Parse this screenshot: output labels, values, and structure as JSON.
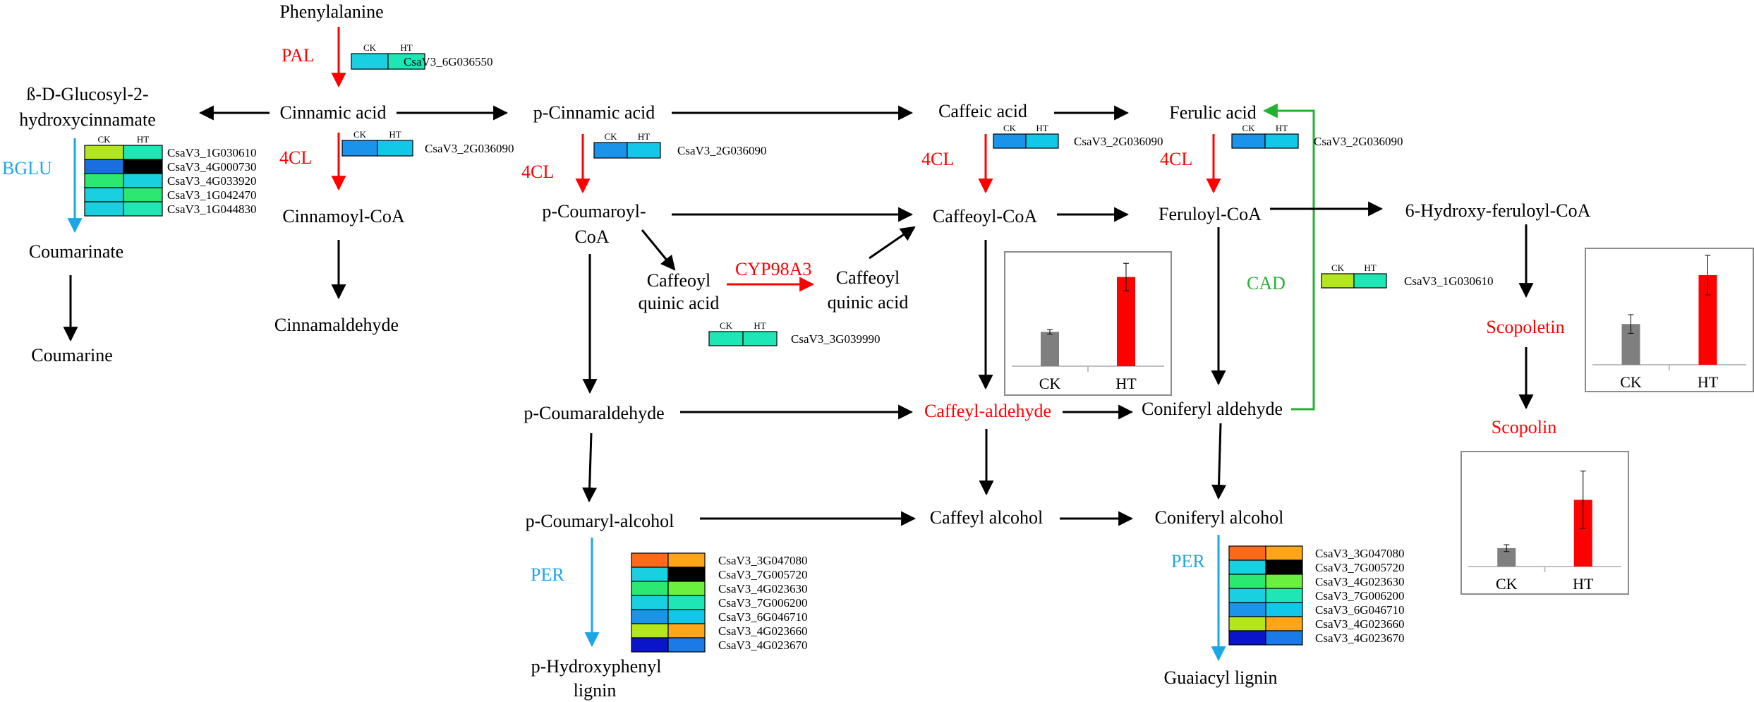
{
  "colors": {
    "arrow_black": "#000000",
    "arrow_red": "#ff0000",
    "arrow_blue": "#1aa7e8",
    "arrow_green": "#22b232",
    "bar_ck": "#7f7f7f",
    "bar_ht": "#ff0000"
  },
  "metabolites": {
    "phenylalanine": "Phenylalanine",
    "glucosyl_line1": "ß-D-Glucosyl-2-",
    "glucosyl_line2": "hydroxycinnamate",
    "cinnamic_acid": "Cinnamic acid",
    "p_cinnamic_acid": "p-Cinnamic acid",
    "caffeic_acid": "Caffeic acid",
    "ferulic_acid": "Ferulic acid",
    "cinnamoyl_coa": "Cinnamoyl-CoA",
    "coumarinate": "Coumarinate",
    "coumarine": "Coumarine",
    "cinnamaldehyde": "Cinnamaldehyde",
    "p_coumaroyl_line1": "p-Coumaroyl-",
    "p_coumaroyl_line2": "CoA",
    "caffeoyl_coa": "Caffeoyl-CoA",
    "feruloyl_coa": "Feruloyl-CoA",
    "hydroxy_feruloyl_coa": "6-Hydroxy-feruloyl-CoA",
    "caffeoyl_quinic_a_line1": "Caffeoyl",
    "caffeoyl_quinic_a_line2": "quinic acid",
    "caffeoyl_quinic_b_line1": "Caffeoyl",
    "caffeoyl_quinic_b_line2": "quinic acid",
    "scopoletin": "Scopoletin",
    "scopolin": "Scopolin",
    "p_coumaraldehyde": "p-Coumaraldehyde",
    "caffeyl_aldehyde": "Caffeyl-aldehyde",
    "coniferyl_aldehyde": "Coniferyl aldehyde",
    "p_coumaryl_alcohol": "p-Coumaryl-alcohol",
    "caffeyl_alcohol": "Caffeyl alcohol",
    "coniferyl_alcohol": "Coniferyl alcohol",
    "p_hydroxyphenyl_line1": "p-Hydroxyphenyl",
    "p_hydroxyphenyl_line2": "lignin",
    "guaiacyl_lignin": "Guaiacyl lignin"
  },
  "enzymes": {
    "pal": "PAL",
    "bglu": "BGLU",
    "fourcl_1": "4CL",
    "fourcl_2": "4CL",
    "fourcl_3": "4CL",
    "fourcl_4": "4CL",
    "cyp98a3": "CYP98A3",
    "cad": "CAD",
    "per_1": "PER",
    "per_2": "PER"
  },
  "heatmap_header": {
    "ck": "CK",
    "ht": "HT"
  },
  "heatmaps": {
    "pal": [
      {
        "gene": "CsaV3_6G036550",
        "ck": "#18d0e0",
        "ht": "#1ee6b4"
      }
    ],
    "fourcl_1": [
      {
        "gene": "CsaV3_2G036090",
        "ck": "#1a93ea",
        "ht": "#12c8e8"
      }
    ],
    "fourcl_2": [
      {
        "gene": "CsaV3_2G036090",
        "ck": "#1a93ea",
        "ht": "#12c8e8"
      }
    ],
    "fourcl_3": [
      {
        "gene": "CsaV3_2G036090",
        "ck": "#1a93ea",
        "ht": "#12c8e8"
      }
    ],
    "fourcl_4": [
      {
        "gene": "CsaV3_2G036090",
        "ck": "#1a93ea",
        "ht": "#12c8e8"
      }
    ],
    "cyp": [
      {
        "gene": "CsaV3_3G039990",
        "ck": "#1ee6b4",
        "ht": "#1ee6b4"
      }
    ],
    "cad": [
      {
        "gene": "CsaV3_1G030610",
        "ck": "#b4e61e",
        "ht": "#1ee6b4"
      }
    ],
    "bglu": [
      {
        "gene": "CsaV3_1G030610",
        "ck": "#b4e61e",
        "ht": "#1ee6b4"
      },
      {
        "gene": "CsaV3_4G000730",
        "ck": "#1a6fe0",
        "ht": "#000000"
      },
      {
        "gene": "CsaV3_4G033920",
        "ck": "#2ae870",
        "ht": "#18d0e0"
      },
      {
        "gene": "CsaV3_1G042470",
        "ck": "#18d0e0",
        "ht": "#2ae870"
      },
      {
        "gene": "CsaV3_1G044830",
        "ck": "#18d0e0",
        "ht": "#1ee6b4"
      }
    ],
    "per_1": [
      {
        "gene": "CsaV3_3G047080",
        "ck": "#ff6a1a",
        "ht": "#ffa51a"
      },
      {
        "gene": "CsaV3_7G005720",
        "ck": "#18d0e0",
        "ht": "#000000"
      },
      {
        "gene": "CsaV3_4G023630",
        "ck": "#2ae870",
        "ht": "#6cf040"
      },
      {
        "gene": "CsaV3_7G006200",
        "ck": "#18d0e0",
        "ht": "#1ee6b4"
      },
      {
        "gene": "CsaV3_6G046710",
        "ck": "#1a93ea",
        "ht": "#12c8e8"
      },
      {
        "gene": "CsaV3_4G023660",
        "ck": "#b4e61e",
        "ht": "#ffa51a"
      },
      {
        "gene": "CsaV3_4G023670",
        "ck": "#0a14c8",
        "ht": "#1a7ae8"
      }
    ],
    "per_2": [
      {
        "gene": "CsaV3_3G047080",
        "ck": "#ff6a1a",
        "ht": "#ffa51a"
      },
      {
        "gene": "CsaV3_7G005720",
        "ck": "#18d0e0",
        "ht": "#000000"
      },
      {
        "gene": "CsaV3_4G023630",
        "ck": "#2ae870",
        "ht": "#6cf040"
      },
      {
        "gene": "CsaV3_7G006200",
        "ck": "#18d0e0",
        "ht": "#1ee6b4"
      },
      {
        "gene": "CsaV3_6G046710",
        "ck": "#1a93ea",
        "ht": "#12c8e8"
      },
      {
        "gene": "CsaV3_4G023660",
        "ck": "#b4e61e",
        "ht": "#ffa51a"
      },
      {
        "gene": "CsaV3_4G023670",
        "ck": "#0a14c8",
        "ht": "#1a7ae8"
      }
    ]
  },
  "chart_data": [
    {
      "type": "bar",
      "categories": [
        "CK",
        "HT"
      ],
      "values": [
        0.3,
        0.78
      ],
      "error": [
        0.02,
        0.12
      ],
      "ylim": [
        0,
        1
      ],
      "colors": [
        "#7f7f7f",
        "#ff0000"
      ]
    },
    {
      "type": "bar",
      "categories": [
        "CK",
        "HT"
      ],
      "values": [
        0.35,
        0.77
      ],
      "error": [
        0.08,
        0.17
      ],
      "ylim": [
        0,
        1
      ],
      "colors": [
        "#7f7f7f",
        "#ff0000"
      ]
    },
    {
      "type": "bar",
      "categories": [
        "CK",
        "HT"
      ],
      "values": [
        0.16,
        0.58
      ],
      "error": [
        0.03,
        0.25
      ],
      "ylim": [
        0,
        1
      ],
      "colors": [
        "#7f7f7f",
        "#ff0000"
      ]
    }
  ]
}
